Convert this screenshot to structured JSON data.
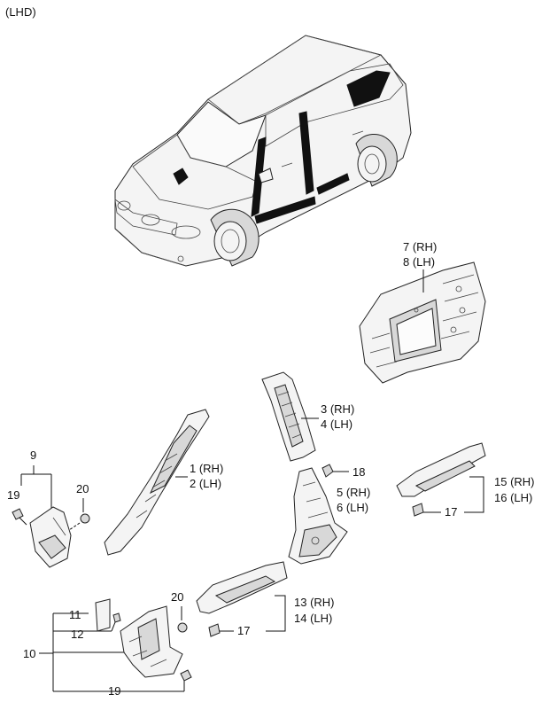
{
  "header": {
    "orientation": "(LHD)"
  },
  "callouts": {
    "p7_8": {
      "a": "7 (RH)",
      "b": "8 (LH)"
    },
    "p3_4": {
      "a": "3 (RH)",
      "b": "4 (LH)"
    },
    "p1_2": {
      "a": "1 (RH)",
      "b": "2 (LH)"
    },
    "p5_6": {
      "a": "5 (RH)",
      "b": "6 (LH)"
    },
    "p13_14": {
      "a": "13 (RH)",
      "b": "14 (LH)"
    },
    "p15_16": {
      "a": "15 (RH)",
      "b": "16 (LH)"
    },
    "n9": "9",
    "n10": "10",
    "n11": "11",
    "n12": "12",
    "n17_mid": "17",
    "n17_right": "17",
    "n18": "18",
    "n19_left": "19",
    "n19_bottom": "19",
    "n20_left": "20",
    "n20_bottom": "20"
  }
}
